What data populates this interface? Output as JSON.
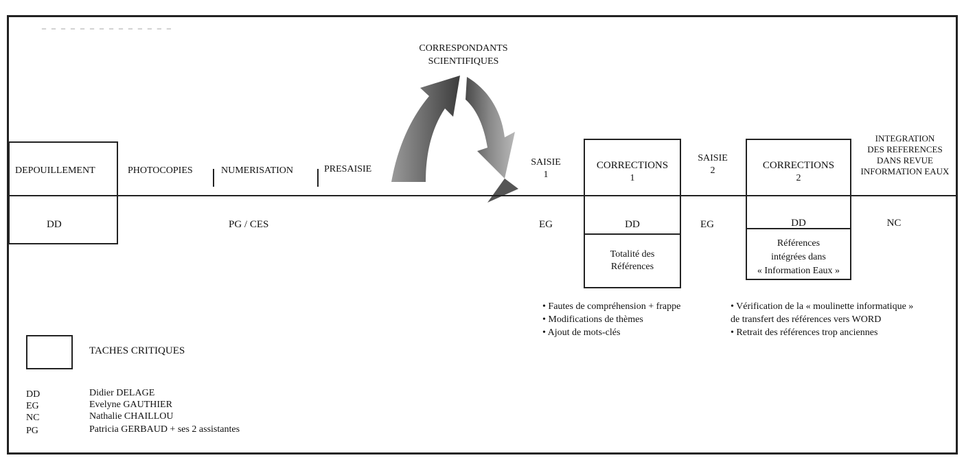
{
  "header": {
    "correspondants_line1": "CORRESPONDANTS",
    "correspondants_line2": "SCIENTIFIQUES"
  },
  "stages": {
    "depouillement": "DEPOUILLEMENT",
    "photocopies": "PHOTOCOPIES",
    "numerisation": "NUMERISATION",
    "presaisie": "PRESAISIE",
    "saisie1_line1": "SAISIE",
    "saisie1_line2": "1",
    "corrections1_line1": "CORRECTIONS",
    "corrections1_line2": "1",
    "saisie2_line1": "SAISIE",
    "saisie2_line2": "2",
    "corrections2_line1": "CORRECTIONS",
    "corrections2_line2": "2",
    "integration_line1": "INTEGRATION",
    "integration_line2": "DES REFERENCES",
    "integration_line3": "DANS REVUE",
    "integration_line4": "INFORMATION EAUX"
  },
  "assignees": {
    "depouillement": "DD",
    "pg_ces": "PG / CES",
    "saisie1": "EG",
    "corrections1": "DD",
    "saisie2": "EG",
    "corrections2": "DD",
    "integration": "NC"
  },
  "subboxes": {
    "corrections1_line1": "Totalité des",
    "corrections1_line2": "Références",
    "corrections2_line1": "Références",
    "corrections2_line2": "intégrées dans",
    "corrections2_line3": "« Information Eaux »"
  },
  "notes": {
    "corrections1": [
      "• Fautes de compréhension + frappe",
      "• Modifications de thèmes",
      "• Ajout de mots-clés"
    ],
    "corrections2": [
      "• Vérification de la « moulinette informatique »",
      "de transfert des  références vers WORD",
      "• Retrait des références trop anciennes"
    ]
  },
  "legend": {
    "critical_label": "TACHES CRITIQUES",
    "people": [
      {
        "code": "DD",
        "name": "Didier DELAGE"
      },
      {
        "code": "EG",
        "name": "Evelyne GAUTHIER"
      },
      {
        "code": "NC",
        "name": "Nathalie CHAILLOU"
      },
      {
        "code": "PG",
        "name": "Patricia GERBAUD + ses 2 assistantes"
      }
    ]
  }
}
